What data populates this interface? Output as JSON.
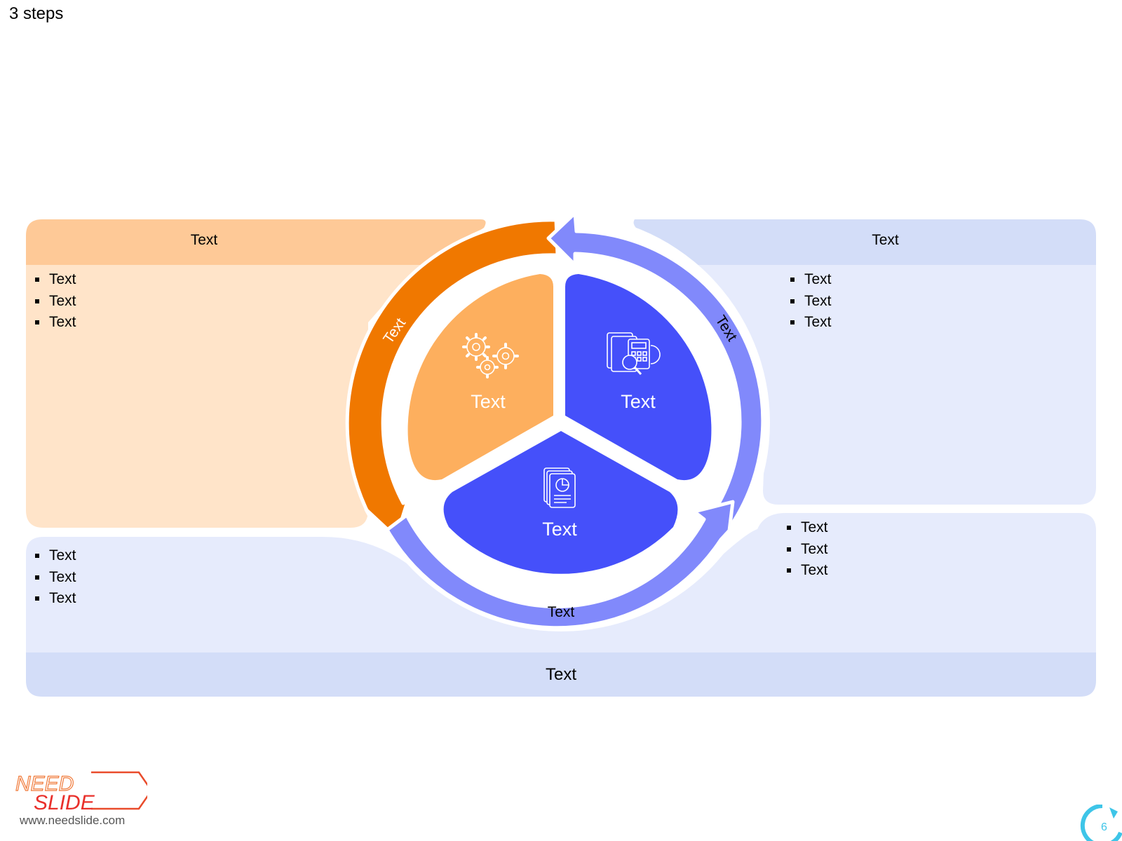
{
  "title": "3 steps",
  "colors": {
    "orange_dark": "#f07800",
    "orange_mid": "#fdaf5e",
    "orange_light": "#ffe4c9",
    "orange_header": "#fec997",
    "blue_dark": "#4550fa",
    "blue_mid": "#8189fb",
    "blue_light": "#e6ebfc",
    "blue_header": "#d3ddf8"
  },
  "panels": {
    "left": {
      "header": "Text",
      "bullets": [
        "Text",
        "Text",
        "Text"
      ]
    },
    "right": {
      "header": "Text",
      "bullets": [
        "Text",
        "Text",
        "Text"
      ]
    },
    "bottom_left": {
      "bullets": [
        "Text",
        "Text",
        "Text"
      ]
    },
    "bottom_right": {
      "bullets": [
        "Text",
        "Text",
        "Text"
      ]
    },
    "footer": "Text"
  },
  "cycle": {
    "segments": [
      {
        "label": "Text",
        "icon": "gears-icon"
      },
      {
        "label": "Text",
        "icon": "calculator-search-icon"
      },
      {
        "label": "Text",
        "icon": "report-chart-icon"
      }
    ],
    "arrows": [
      "Text",
      "Text",
      "Text"
    ]
  },
  "logo": {
    "brand_top": "NEED",
    "brand_bottom": "SLIDE",
    "url": "www.needslide.com"
  },
  "page_number": "6"
}
